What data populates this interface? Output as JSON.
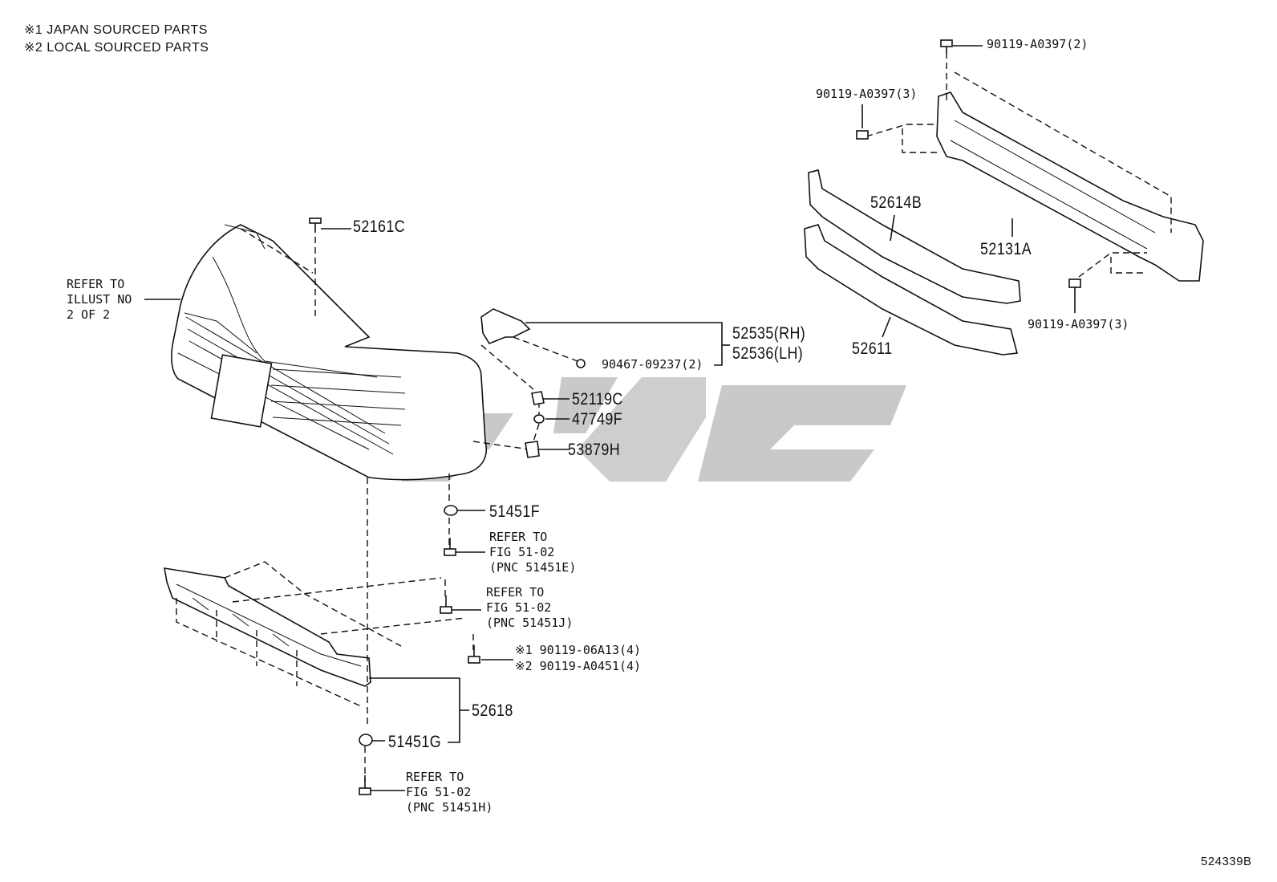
{
  "notes": {
    "japan": "※1 JAPAN SOURCED PARTS",
    "local": "※2 LOCAL SOURCED PARTS"
  },
  "illustration_id": "524339B",
  "labels": {
    "p52161C": "52161C",
    "refer_illust": "REFER TO\nILLUST NO\n2 OF 2",
    "p52535": "52535(RH)",
    "p52536": "52536(LH)",
    "p90467": "90467-09237(2)",
    "p52119C": "52119C",
    "p47749F": "47749F",
    "p53879H": "53879H",
    "p51451F": "51451F",
    "refer_51451E": "REFER TO\nFIG 51-02\n(PNC 51451E)",
    "refer_51451J": "REFER TO\nFIG 51-02\n(PNC 51451J)",
    "p90119_06A13": "※1 90119-06A13(4)",
    "p90119_A0451": "※2 90119-A0451(4)",
    "p52618": "52618",
    "p51451G": "51451G",
    "refer_51451H": "REFER TO\nFIG 51-02\n(PNC 51451H)",
    "a0397_top": "90119-A0397(2)",
    "a0397_left": "90119-A0397(3)",
    "a0397_right": "90119-A0397(3)",
    "p52614B": "52614B",
    "p52131A": "52131A",
    "p52611": "52611"
  }
}
